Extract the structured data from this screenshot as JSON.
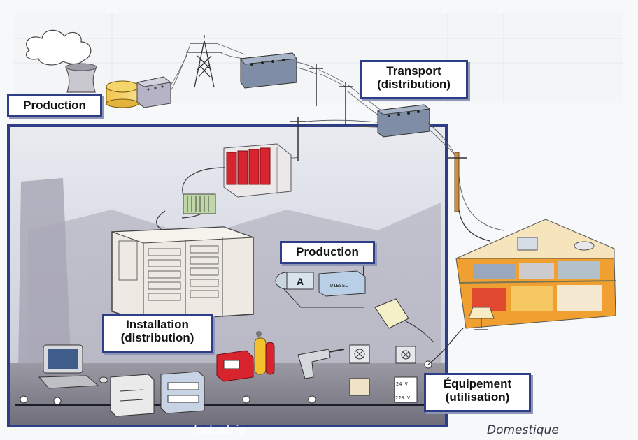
{
  "labels": {
    "production_top": "Production",
    "transport_line1": "Transport",
    "transport_line2": "(distribution)",
    "production_mid": "Production",
    "installation_line1": "Installation",
    "installation_line2": "(distribution)",
    "equipement_line1": "Équipement",
    "equipement_line2": "(utilisation)"
  },
  "footer": {
    "industrie": "Industrie",
    "domestique": "Domestique"
  },
  "device_text": {
    "generator_letter": "A",
    "diesel": "DIESEL",
    "volt_high": "24 V",
    "volt_low": "220 V"
  },
  "colors": {
    "frame_border": "#2e3e86",
    "cabinet_red": "#d8242f",
    "house_orange": "#f0a030"
  }
}
